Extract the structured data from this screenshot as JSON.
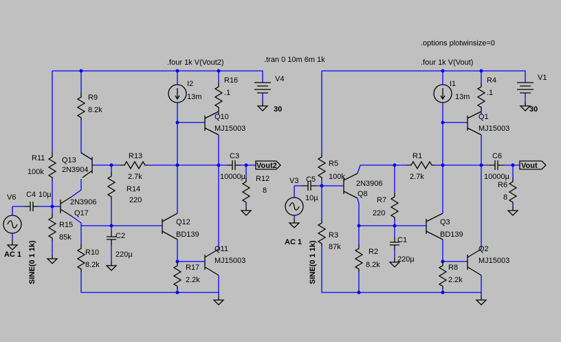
{
  "directives": {
    "four_left": ".four 1k V(Vout2)",
    "tran": ".tran 0 10m 6m 1k",
    "options": ".options plotwinsize=0",
    "four_right": ".four 1k V(Vout)"
  },
  "left": {
    "V6": {
      "name": "V6",
      "ac": "AC 1",
      "sine": "SINE(0 1 1k)"
    },
    "C4": {
      "name": "C4",
      "value": "10µ"
    },
    "R11": {
      "name": "R11",
      "value": "100k"
    },
    "R15": {
      "name": "R15",
      "value": "85k"
    },
    "Q17": {
      "name": "Q17",
      "model": "2N3906"
    },
    "R9": {
      "name": "R9",
      "value": "8.2k"
    },
    "Q13": {
      "name": "Q13",
      "model": "2N3904"
    },
    "R13": {
      "name": "R13",
      "value": "2.7k"
    },
    "R14": {
      "name": "R14",
      "value": "220"
    },
    "R10": {
      "name": "R10",
      "value": "8.2k"
    },
    "C2": {
      "name": "C2",
      "value": "220µ"
    },
    "Q12": {
      "name": "Q12",
      "model": "BD139"
    },
    "R17": {
      "name": "R17",
      "value": "2.2k"
    },
    "Q11": {
      "name": "Q11",
      "model": "MJ15003"
    },
    "I2": {
      "name": "I2",
      "value": "13m"
    },
    "R16": {
      "name": "R16",
      "value": ".1"
    },
    "Q10": {
      "name": "Q10",
      "model": "MJ15003"
    },
    "V4": {
      "name": "V4",
      "value": "30"
    },
    "C3": {
      "name": "C3",
      "value": "10000µ"
    },
    "R12": {
      "name": "R12",
      "value": "8"
    },
    "out": "Vout2"
  },
  "right": {
    "V3": {
      "name": "V3",
      "ac": "AC 1",
      "sine": "SINE(0 1 1k)"
    },
    "C5": {
      "name": "C5",
      "value": "10µ"
    },
    "R5": {
      "name": "R5",
      "value": "100k"
    },
    "R3": {
      "name": "R3",
      "value": "87k"
    },
    "Q8": {
      "name": "Q8",
      "model": "2N3906"
    },
    "R1": {
      "name": "R1",
      "value": "2.7k"
    },
    "R7": {
      "name": "R7",
      "value": "220"
    },
    "C1": {
      "name": "C1",
      "value": "220µ"
    },
    "R2": {
      "name": "R2",
      "value": "8.2k"
    },
    "Q3": {
      "name": "Q3",
      "model": "BD139"
    },
    "R8": {
      "name": "R8",
      "value": "2.2k"
    },
    "Q2": {
      "name": "Q2",
      "model": "MJ15003"
    },
    "I1": {
      "name": "I1",
      "value": "13m"
    },
    "R4": {
      "name": "R4",
      "value": ".1"
    },
    "Q1": {
      "name": "Q1",
      "model": "MJ15003"
    },
    "V1": {
      "name": "V1",
      "value": "30"
    },
    "C6": {
      "name": "C6",
      "value": "10000µ"
    },
    "R6": {
      "name": "R6",
      "value": "8"
    },
    "out": "Vout"
  }
}
